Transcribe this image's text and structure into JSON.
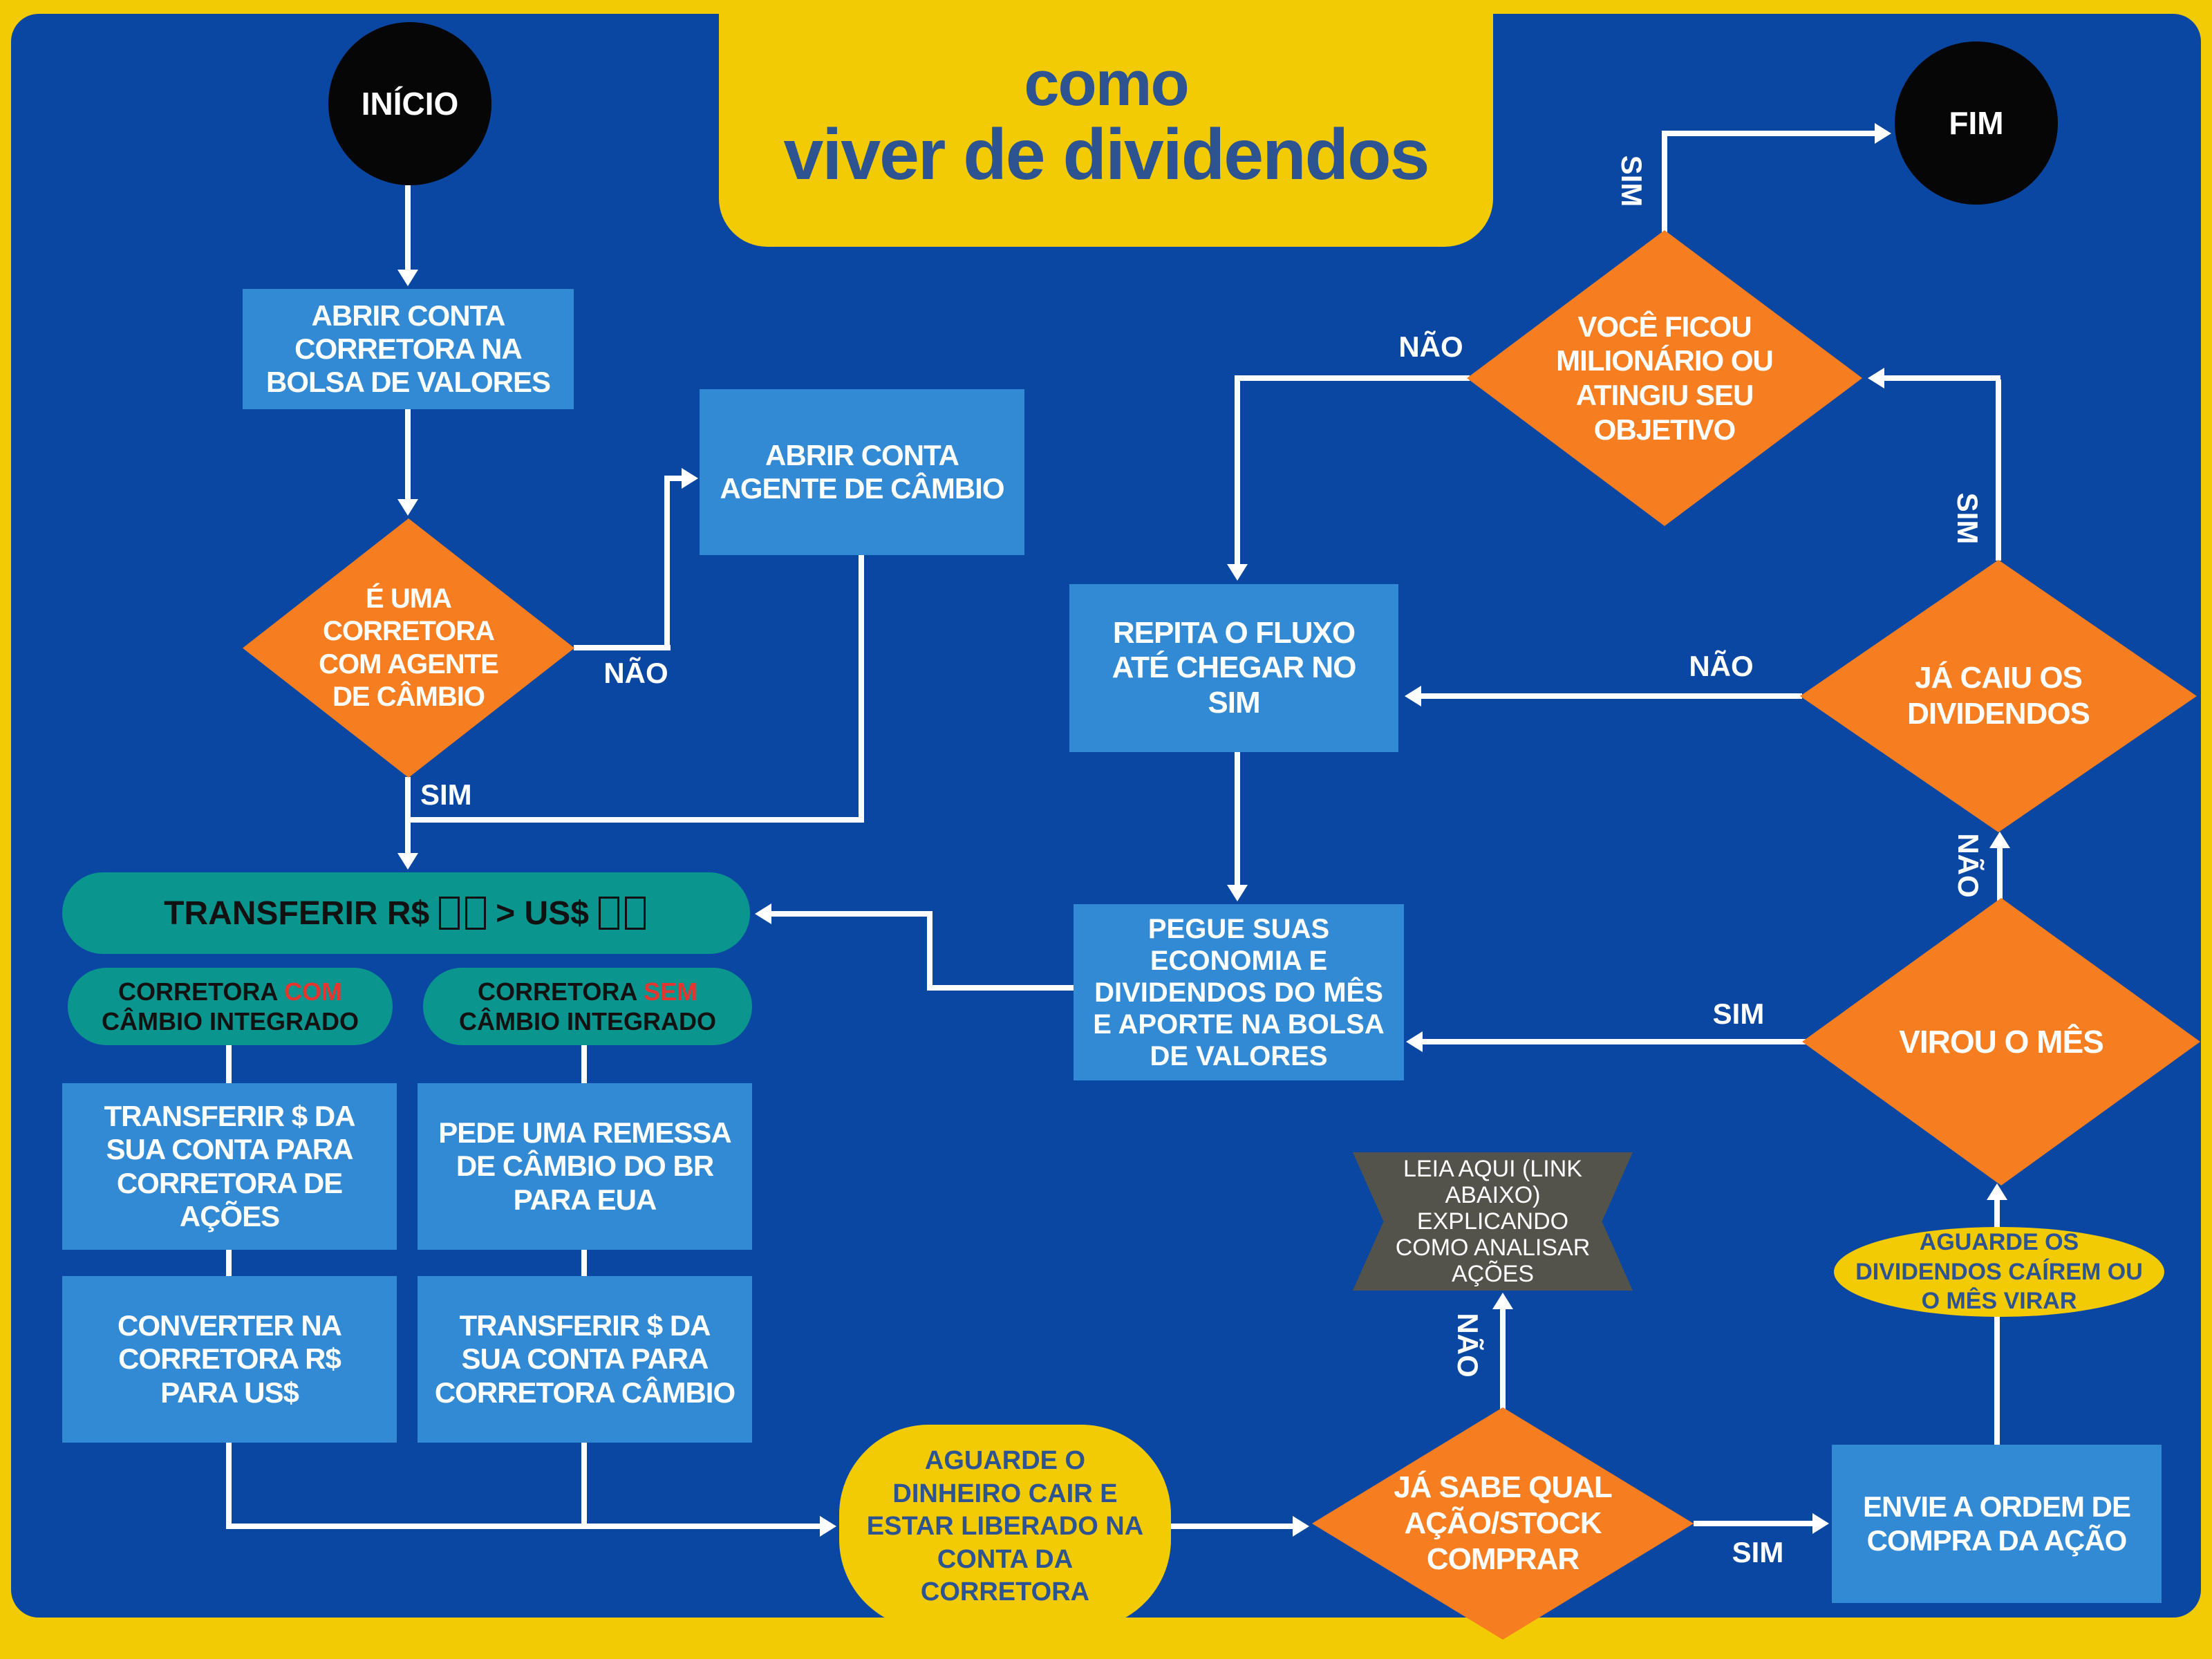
{
  "title": {
    "line1": "como",
    "line2": "viver de dividendos"
  },
  "terminals": {
    "start": "INÍCIO",
    "end": "FIM"
  },
  "labels": {
    "yes": "SIM",
    "no": "NÃO"
  },
  "nodes": {
    "open_account": "ABRIR CONTA CORRETORA NA BOLSA DE VALORES",
    "is_exchange_agent": "É UMA CORRETORA COM AGENTE DE CÂMBIO",
    "open_exchange_agent": "ABRIR CONTA AGENTE DE CÂMBIO",
    "transfer_pill": {
      "part1": "TRANSFERIR R$",
      "part2": "> US$"
    },
    "with_pill": {
      "lead": "CORRETORA",
      "highlight": "COM",
      "line2": "CÂMBIO INTEGRADO"
    },
    "without_pill": {
      "lead": "CORRETORA",
      "highlight": "SEM",
      "line2": "CÂMBIO INTEGRADO"
    },
    "transfer_to_stock": "TRANSFERIR $ DA SUA CONTA PARA CORRETORA DE AÇÕES",
    "remittance": "PEDE UMA REMESSA DE CÂMBIO DO BR PARA EUA",
    "convert": "CONVERTER NA CORRETORA R$ PARA US$",
    "transfer_to_exchange": "TRANSFERIR $ DA SUA CONTA PARA CORRETORA CÂMBIO",
    "wait_money": "AGUARDE O DINHEIRO CAIR E ESTAR LIBERADO NA CONTA DA CORRETORA",
    "know_stock": "JÁ SABE QUAL AÇÃO/STOCK COMPRAR",
    "read_here": "LEIA AQUI (LINK ABAIXO) EXPLICANDO COMO ANALISAR AÇÕES",
    "send_order": "ENVIE A ORDEM DE COMPRA DA AÇÃO",
    "wait_dividends": "AGUARDE OS DIVIDENDOS CAÍREM OU O MÊS VIRAR",
    "month_turned": "VIROU O MÊS",
    "dividends_paid": "JÁ CAIU OS DIVIDENDOS",
    "repeat_flow": "REPITA O FLUXO ATÉ CHEGAR NO SIM",
    "take_savings": "PEGUE SUAS ECONOMIA E DIVIDENDOS DO MÊS E APORTE NA BOLSA DE VALORES",
    "millionaire": "VOCÊ FICOU MILIONÁRIO OU ATINGIU SEU OBJETIVO"
  },
  "colors": {
    "background": "#0a47a2",
    "frame": "#f3cb05",
    "node_blue": "#318ad3",
    "node_orange": "#f67d20",
    "node_teal": "#0a968e",
    "banner_gray": "#54534b",
    "accent_red": "#e63431",
    "title_text": "#2d5391",
    "terminal_black": "#060606",
    "arrow_white": "#ffffff"
  }
}
